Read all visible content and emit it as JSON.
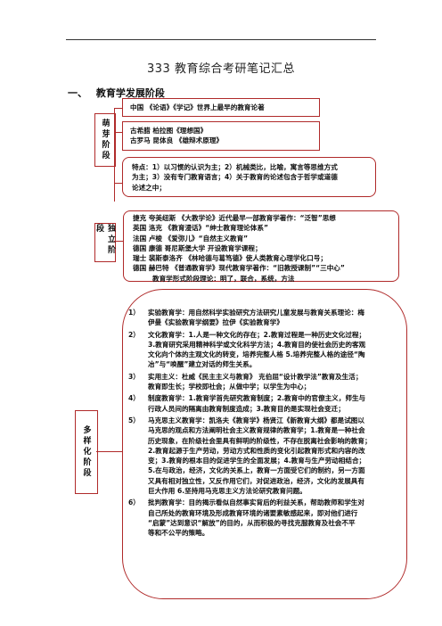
{
  "document": {
    "title": "333 教育综合考研笔记汇总",
    "section_num": "一、",
    "section_title": "教育学发展阶段"
  },
  "stages": {
    "germination": {
      "label": "萌芽阶段",
      "box1": "中国 《论语》《学记》世界上最早的教育论著",
      "box2_lines": [
        "古希腊 柏拉图《理想国》",
        "古罗马 昆体良 《雄辩术原理》"
      ],
      "box3_lines": [
        "特点：1）以习惯的认识为主；2）机械类比，比喻，寓言等思维方式",
        "为主；3）没有专门教育语言；4）关于教育的论述包含于哲学或道德",
        "论述之中；"
      ]
    },
    "independent": {
      "label": "独立阶段",
      "lines": [
        "捷克 夸美纽斯 《大教学论》近代最早一部教育学著作：“泛智”思想",
        "英国 洛克 《教育漫话》“绅士教育理论体系”",
        "法国 卢梭 《爱弥儿》“自然主义教育”",
        "德国 康德 哥尼斯堡大学 开设教育学课程；",
        "瑞士 裴斯泰洛齐 《林哈德与葛笃德》使人类教育心理学化口号；",
        "德国 赫巴特 《普通教育学》现代教育学著作：“旧教授课制”“三中心”",
        "教育学形式阶段理论：明了，联合，系统，方法"
      ]
    },
    "diversified": {
      "label": "多样化阶段",
      "items": [
        {
          "idx": "1）",
          "lines": [
            "实验教育学：用自然科学实验研究方法研究儿童发展与教育关系理论：梅",
            "伊曼《实验教育学纲要》拉伊《实验教育学》"
          ]
        },
        {
          "idx": "2）",
          "lines": [
            "文化教育学：1.人是一种文化的存在；2.教育过程是一种历史文化过程；",
            "3.教育研究采用精神科学或文化科学方法；4.教育目的使社会历史的客观",
            "文化向个体的主观文化的转变，培养完整人格 5.培养完整人格的途径“陶",
            "冶”与“唤醒”建立对话的师生关系。"
          ]
        },
        {
          "idx": "3）",
          "lines": [
            "实用主义：杜威《民主主义与教育》 克伯屈“设计教学法”教育及生活；",
            "教育即生长；学校即社会；从做中学；以学生为中心；"
          ]
        },
        {
          "idx": "4）",
          "lines": [
            "制度教育学：1.教育学首先研究教育制度；2.教育中的官僚主义，师生与",
            "行政人员间的隔离由教育制度造成；3.教育目的是实现社会变迁；"
          ]
        },
        {
          "idx": "5）",
          "lines": [
            "马克思主义教育学：凯洛夫《教育学》杨贤江《新教育大纲》都是试图以",
            "马克思的观点和方法阐明社会主义教育规律的教育学；1.教育是一种社会",
            "历史现象，在阶级社会里具有鲜明的阶级性，不存在脱离社会影响的教育；",
            "2.教育起源于生产劳动，劳动方式和性质的变化引起教育形式和内容的改",
            "变；3.教育的根本目的促进学生的全面发展；4.教育与生产劳动相结合；",
            "5.在与政治，经济，文化的关系上，教育一方面受它们的制约，另一方面",
            "又具有相对独立性，又反作用它们，对促进政治，经济，文化的发展具有",
            "巨大作用 6.坚持用马克思主义方法论研究教育问题。"
          ]
        },
        {
          "idx": "6）",
          "lines": [
            "批判教育学：目的揭示看似自然事实背后的利益关系，帮助教师和学生对",
            "自己所处的教育环境及形成教育环境的诸要素敏感起来，即对他们进行",
            "“启蒙”达到意识“解放”的目的，从而积极的寻找克服教育及社会不平",
            "等和不公平的策略。"
          ]
        }
      ]
    }
  },
  "colors": {
    "border": "#b02a2a",
    "text": "#111111"
  }
}
